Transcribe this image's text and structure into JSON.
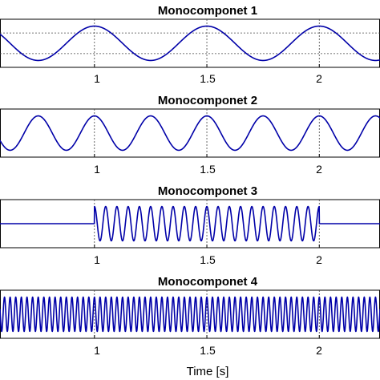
{
  "colors": {
    "signal": "#0000a8",
    "axes": "#000000",
    "grid": "#444444",
    "background": "#ffffff"
  },
  "xlabel": "Time [s]",
  "chart_data": [
    {
      "type": "line",
      "title": "Monocomponet 1",
      "x_ticks": [
        "1",
        "1.5",
        "2"
      ],
      "xlim": [
        0.58,
        2.27
      ],
      "ylim": [
        -1.4,
        1.4
      ],
      "grid": true,
      "y_gridlines": [
        0.6,
        -0.6
      ],
      "series": [
        {
          "frequency_hz": 2,
          "amplitude": 1,
          "phase_peak_at_s": 1.0,
          "on_s": [
            0.58,
            2.27
          ]
        }
      ]
    },
    {
      "type": "line",
      "title": "Monocomponet 2",
      "x_ticks": [
        "1",
        "1.5",
        "2"
      ],
      "xlim": [
        0.58,
        2.27
      ],
      "ylim": [
        -1.4,
        1.4
      ],
      "grid": true,
      "y_gridlines": [],
      "series": [
        {
          "frequency_hz": 4,
          "amplitude": 1,
          "phase_peak_at_s": 1.0,
          "on_s": [
            0.58,
            2.27
          ]
        }
      ]
    },
    {
      "type": "line",
      "title": "Monocomponet 3",
      "x_ticks": [
        "1",
        "1.5",
        "2"
      ],
      "xlim": [
        0.58,
        2.27
      ],
      "ylim": [
        -1.4,
        1.4
      ],
      "grid": true,
      "y_gridlines": [],
      "series": [
        {
          "frequency_hz": 20,
          "amplitude": 1,
          "phase_peak_at_s": 1.0,
          "on_s": [
            1.0,
            2.0
          ]
        }
      ]
    },
    {
      "type": "line",
      "title": "Monocomponet 4",
      "x_ticks": [
        "1",
        "1.5",
        "2"
      ],
      "xlim": [
        0.58,
        2.27
      ],
      "ylim": [
        -1.4,
        1.4
      ],
      "grid": true,
      "y_gridlines": [],
      "series": [
        {
          "frequency_hz": 40,
          "amplitude": 1,
          "phase_peak_at_s": 1.0,
          "on_s": [
            0.58,
            2.27
          ]
        }
      ]
    }
  ]
}
